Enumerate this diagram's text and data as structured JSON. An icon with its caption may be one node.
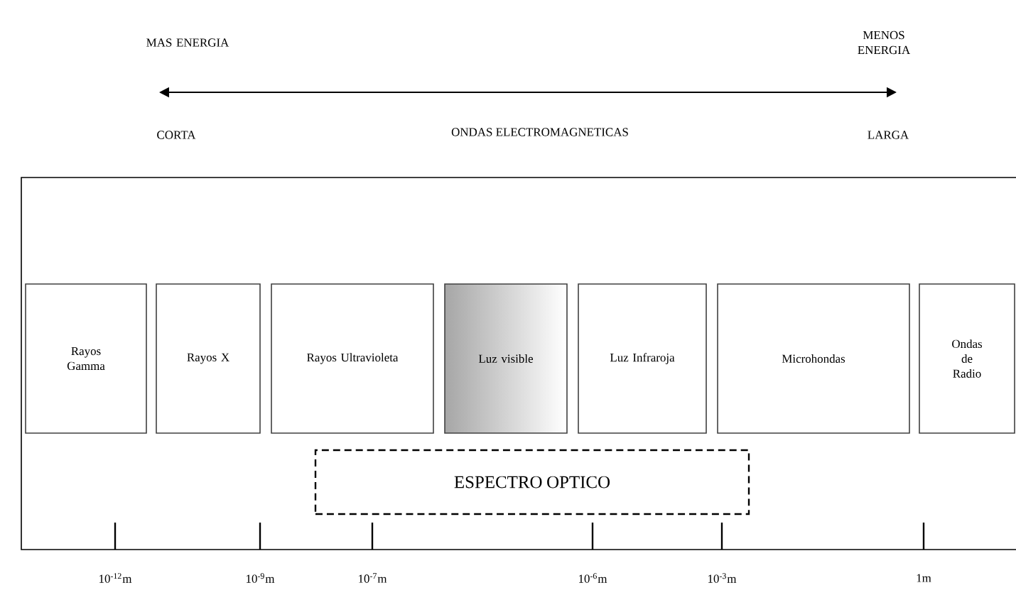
{
  "diagram": {
    "nodes": [
      {
        "text": [
          "Rayos Gamma"
        ]
      },
      {
        "text": [
          "Rayos X"
        ]
      },
      {
        "text": [
          "Rayos Ultravioleta"
        ]
      },
      {
        "text": [
          "Luz visible"
        ]
      },
      {
        "text": [
          "Luz Infraroja"
        ]
      },
      {
        "text": [
          "Microhondas"
        ]
      },
      {
        "text": [
          "Ondas de Radio"
        ]
      },
      {
        "text": [
          "ESPECTRO OPTICO"
        ]
      }
    ],
    "labels": [
      "MAS ENERGIA",
      "MENOS ENERGIA",
      "CORTA",
      "ONDAS ELECTROMAGNETICAS",
      "LARGA",
      "10$^{-12}$m",
      "10$^{-9}$m",
      "10$^{-7}$m",
      "10$^{-6}$m",
      "10$^{-3}$m",
      "1m"
    ]
  }
}
